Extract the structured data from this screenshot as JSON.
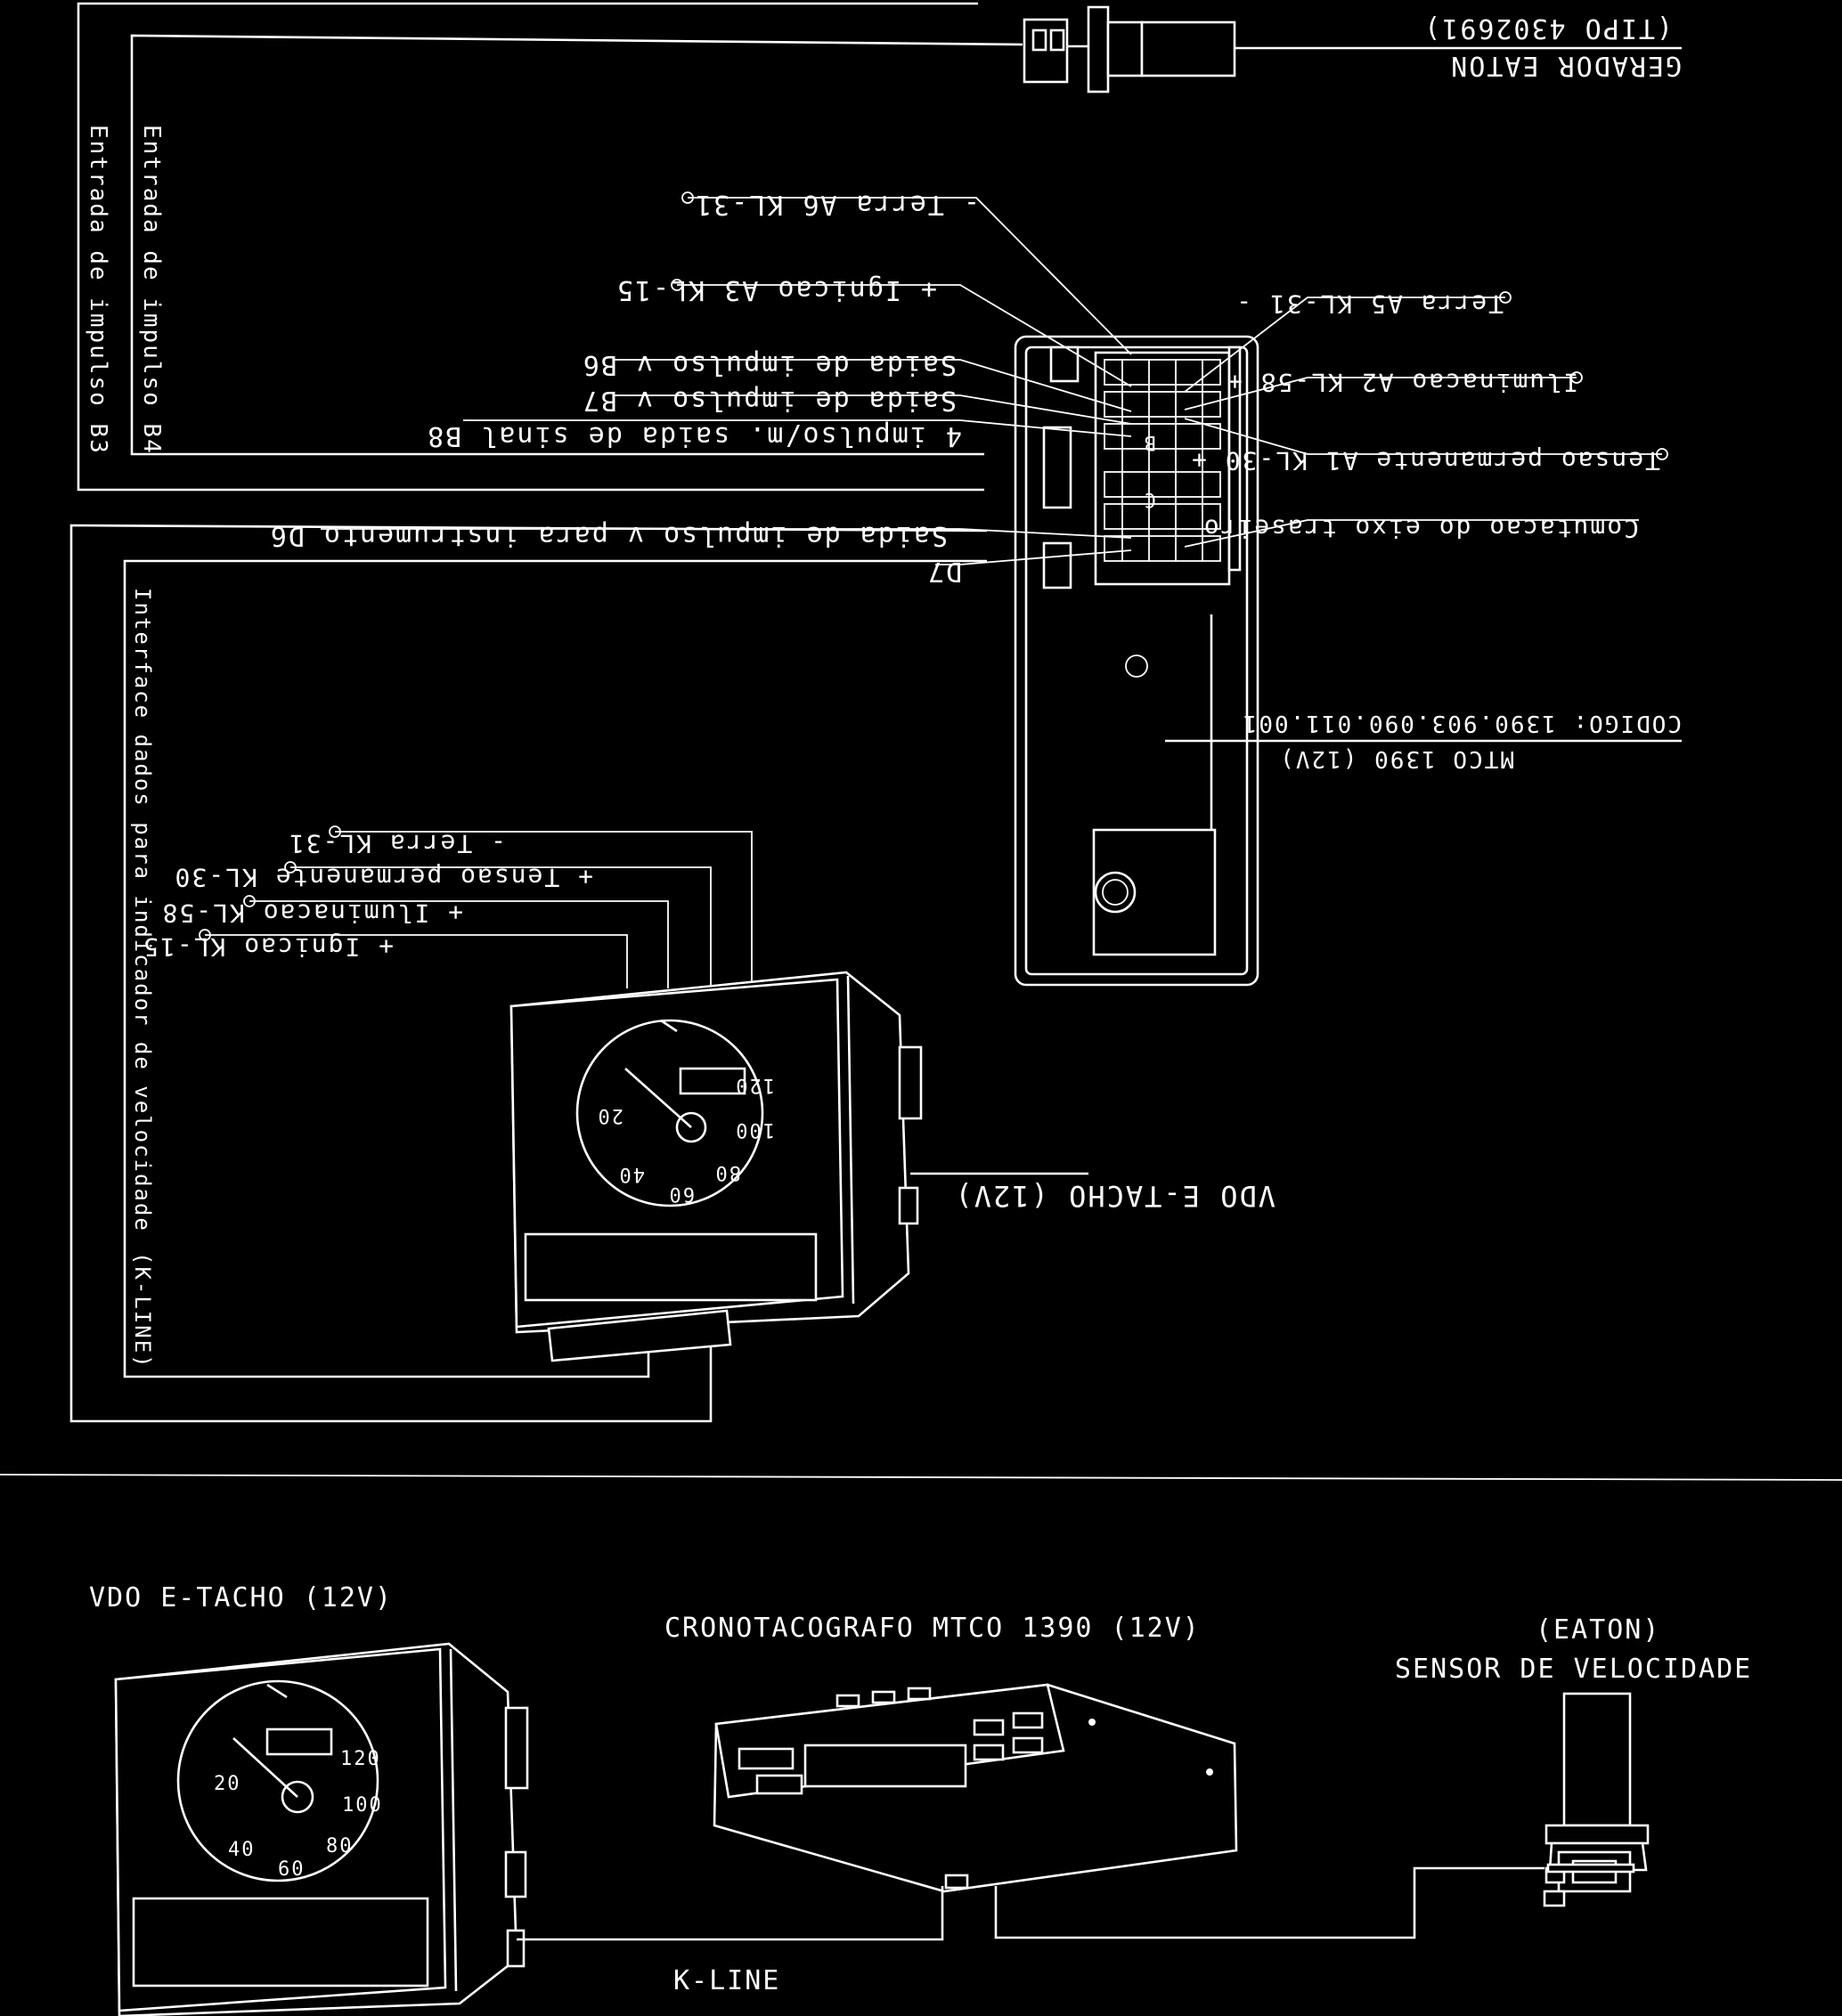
{
  "diagram": {
    "upper": {
      "generator_title": "GERADOR EATON",
      "generator_type": "(TIPO 4302691)",
      "input_b4": "Entrada de impulso B4",
      "input_b3": "Entrada de impulso B3",
      "pin_a6": "- Terra A6 KL-31",
      "pin_a3": "+ Ignicao A3 KL-15",
      "pin_b6": "Saida de impulso v B6",
      "pin_b7": "Saida de impulso v B7",
      "pin_b8": "4 impulso/m. saida de sinal B8",
      "pin_d6": "Saida de impulso v para instrumento D6",
      "pin_d7": "D7",
      "pin_a5": "Terra A5 KL-31 -",
      "pin_a2": "Iluminacao A2 KL-58 +",
      "pin_a1": "Tensao permanente A1 KL-30 +",
      "pin_axle": "Comutacao do eixo traseiro",
      "mtco_code": "CODIGO: 1390.903.090.011.001",
      "mtco_name": "MTCO 1390 (12V)",
      "connector_b": "B",
      "connector_c": "C",
      "tacho_terra": "- Terra KL-31",
      "tacho_tensao": "+ Tensao permanente KL-30",
      "tacho_ilum": "+ Iluminacao KL-58",
      "tacho_ign": "+ Ignicao KL-15",
      "interface_speed": "Interface dados para indicador de velocidade",
      "kline_vertical": "(K-LINE)",
      "vdo_label": "VDO E-TACHO (12V)",
      "gauge_numbers": [
        "20",
        "40",
        "60",
        "80",
        "100",
        "120"
      ]
    },
    "lower": {
      "vdo_label": "VDO E-TACHO (12V)",
      "chrono_label": "CRONOTACOGRAFO MTCO 1390 (12V)",
      "sensor_brand": "(EATON)",
      "sensor_label": "SENSOR DE VELOCIDADE",
      "kline": "K-LINE",
      "gauge_numbers": [
        "20",
        "40",
        "60",
        "80",
        "100",
        "120"
      ]
    }
  }
}
